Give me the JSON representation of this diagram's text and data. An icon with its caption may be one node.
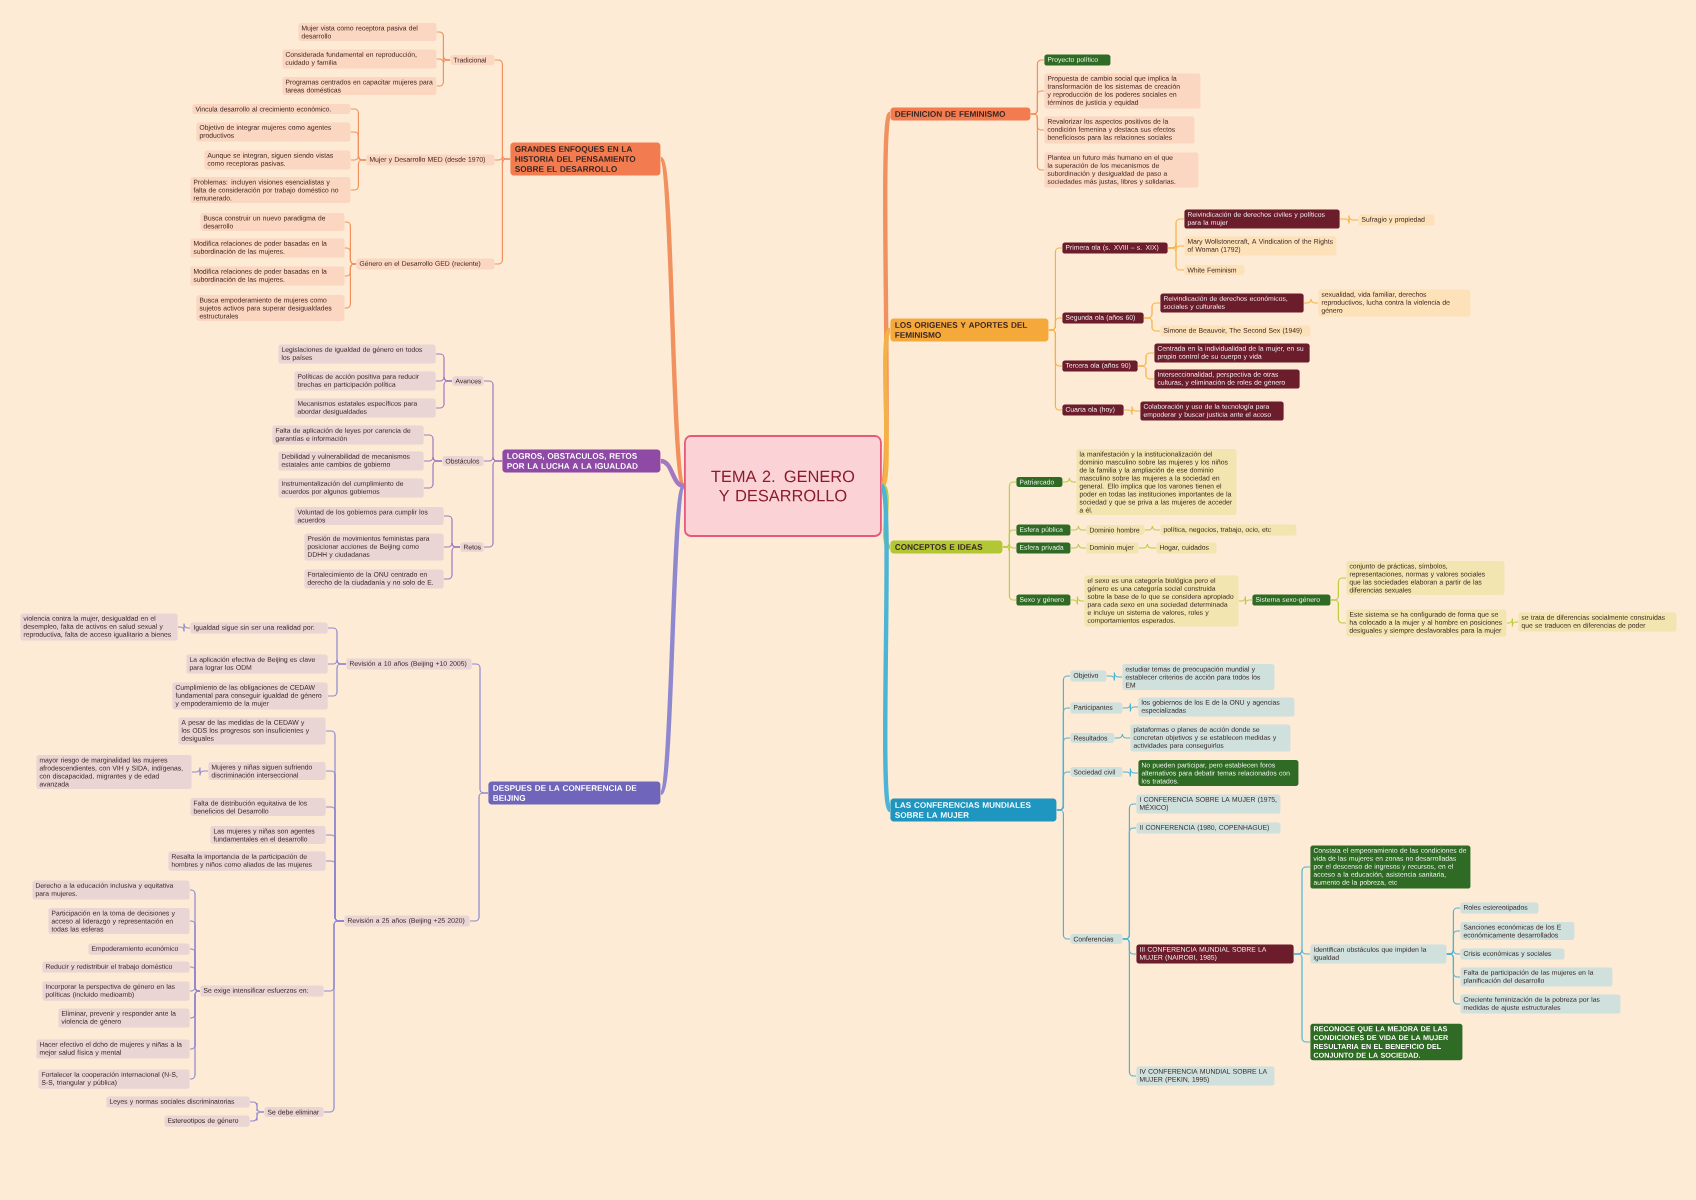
{
  "diagram": {
    "nodes": [
      {
        "text": [
          "TEMA 2. GENERO Y DESARROLLO"
        ]
      },
      {
        "text": [
          "DEFINICION DE FEMINISMO"
        ]
      },
      {
        "text": [
          "Proyecto político"
        ]
      },
      {
        "text": [
          "Propuesta de cambio social que implica la transformación de los sistemas de creación y reproducción de los poderes sociales en términos de justicia y equidad"
        ]
      },
      {
        "text": [
          "Revalorizar los aspectos positivos de la condición femenina y destaca sus efectos beneficiosos para las relaciones sociales"
        ]
      },
      {
        "text": [
          "Plantea un futuro más humano en el que la superación de los mecanismos de subordinación y desigualdad de paso a sociedades más justas, libres y solidarias."
        ]
      },
      {
        "text": [
          "LOS ORIGENES Y APORTES DEL FEMINISMO"
        ]
      },
      {
        "text": [
          "Primera ola (s. XVIII – s. XIX)"
        ]
      },
      {
        "text": [
          "Reivindicación de derechos civiles y políticos para la mujer"
        ]
      },
      {
        "text": [
          "Sufragio y propiedad"
        ]
      },
      {
        "text": [
          "Mary Wollstonecraft, A Vindication of the Rights of Woman (1792)"
        ]
      },
      {
        "text": [
          "White Feminism"
        ]
      },
      {
        "text": [
          "Segunda ola (años 60)"
        ]
      },
      {
        "text": [
          "Reivindicación de derechos económicos, sociales y culturales"
        ]
      },
      {
        "text": [
          "sexualidad, vida familiar, derechos reproductivos, lucha contra la violencia de género"
        ]
      },
      {
        "text": [
          "Simone de Beauvoir, The Second Sex (1949)"
        ]
      },
      {
        "text": [
          "Tercera ola (años 90)"
        ]
      },
      {
        "text": [
          "Centrada en la individualidad de la mujer, en su propio control de su cuerpo y vida"
        ]
      },
      {
        "text": [
          "Interseccionalidad, perspectiva de otras culturas, y eliminación de roles de género"
        ]
      },
      {
        "text": [
          "Cuarta ola (hoy)"
        ]
      },
      {
        "text": [
          "Colaboración y uso de la tecnología para empoderar y buscar justicia ante el acoso"
        ]
      },
      {
        "text": [
          "CONCEPTOS E IDEAS"
        ]
      },
      {
        "text": [
          "Patriarcado"
        ]
      },
      {
        "text": [
          "la manifestación y la institucionalización del dominio masculino sobre las mujeres y los niños de la familia y la ampliación de ese dominio masculino sobre las mujeres a la sociedad en general. Ello implica que los varones tienen el poder en todas las instituciones importantes de la sociedad y que se priva a las mujeres de acceder a él."
        ]
      },
      {
        "text": [
          "Esfera pública"
        ]
      },
      {
        "text": [
          "Dominio hombre"
        ]
      },
      {
        "text": [
          "política, negocios, trabajo, ocio, etc"
        ]
      },
      {
        "text": [
          "Esfera privada"
        ]
      },
      {
        "text": [
          "Dominio mujer"
        ]
      },
      {
        "text": [
          "Hogar, cuidados"
        ]
      },
      {
        "text": [
          "Sexo y género"
        ]
      },
      {
        "text": [
          "el sexo es una categoría biológica pero el género es una categoría social construida sobre la base de lo que se considera apropiado para cada sexo en una sociedad determinada e incluye un sistema de valores, roles y comportamientos esperados."
        ]
      },
      {
        "text": [
          "Sistema sexo-género"
        ]
      },
      {
        "text": [
          "conjunto de prácticas, símbolos, representaciones, normas y valores sociales que las sociedades elaboran a partir de las diferencias sexuales"
        ]
      },
      {
        "text": [
          "Este sistema se ha configurado de forma que se ha colocado a la mujer y al hombre en posiciones desiguales y siempre desfavorables para la mujer"
        ]
      },
      {
        "text": [
          "se trata de diferencias socialmente construidas que se traducen en diferencias de poder"
        ]
      },
      {
        "text": [
          "LAS CONFERENCIAS MUNDIALES SOBRE LA MUJER"
        ]
      },
      {
        "text": [
          "Objetivo"
        ]
      },
      {
        "text": [
          "estudiar temas de preocupación mundial y establecer criterios de acción para todos los EM"
        ]
      },
      {
        "text": [
          "Participantes"
        ]
      },
      {
        "text": [
          "los gobiernos de los E de la ONU y agencias especializadas"
        ]
      },
      {
        "text": [
          "Resultados"
        ]
      },
      {
        "text": [
          "plataformas o planes de acción donde se concretan objetivos y se establecen medidas y actividades para conseguirlos"
        ]
      },
      {
        "text": [
          "Sociedad civil"
        ]
      },
      {
        "text": [
          "No pueden participar, pero establecen foros alternativos para debatir temas relacionados con los tratados."
        ]
      },
      {
        "text": [
          "Conferencias"
        ]
      },
      {
        "text": [
          "I CONFERENCIA SOBRE LA MUJER (1975, MÉXICO)"
        ]
      },
      {
        "text": [
          "II CONFERENCIA (1980, COPENHAGUE)"
        ]
      },
      {
        "text": [
          "III CONFERENCIA MUNDIAL SOBRE LA MUJER (NAIROBI, 1985)"
        ]
      },
      {
        "text": [
          "Constata el empeoramiento de las condiciones de vida de las mujeres en zonas no desarrolladas por el descenso de ingresos y recursos, en el acceso a la educación, asistencia sanitaria, aumento de la pobreza, etc"
        ]
      },
      {
        "text": [
          "Identifican obstáculos que impiden la igualdad"
        ]
      },
      {
        "text": [
          "Roles estereotipados"
        ]
      },
      {
        "text": [
          "Sanciones económicas de los E económicamente desarrollados"
        ]
      },
      {
        "text": [
          "Crisis económicas y sociales"
        ]
      },
      {
        "text": [
          "Falta de participación de las mujeres en la planificación del desarrollo"
        ]
      },
      {
        "text": [
          "Creciente feminización de la pobreza por las medidas de ajuste estructurales"
        ]
      },
      {
        "text": [
          "RECONOCE QUE LA MEJORA DE LAS CONDICIONES DE VIDA DE LA MUJER RESULTARIA EN EL BENEFICIO DEL CONJUNTO DE LA SOCIEDAD."
        ]
      },
      {
        "text": [
          "IV CONFERENCIA MUNDIAL SOBRE LA MUJER (PEKIN, 1995)"
        ]
      },
      {
        "text": [
          "GRANDES ENFOQUES EN LA HISTORIA DEL PENSAMIENTO SOBRE EL DESARROLLO"
        ]
      },
      {
        "text": [
          "Tradicional"
        ]
      },
      {
        "text": [
          "Mujer vista como receptora pasiva del desarrollo"
        ]
      },
      {
        "text": [
          "Considerada fundamental en reproducción, cuidado y familia"
        ]
      },
      {
        "text": [
          "Programas centrados en capacitar mujeres para tareas domésticas"
        ]
      },
      {
        "text": [
          "Mujer y Desarrollo MED (desde 1970)"
        ]
      },
      {
        "text": [
          "Vincula desarrollo al crecimiento económico."
        ]
      },
      {
        "text": [
          "Objetivo de integrar mujeres como agentes productivos"
        ]
      },
      {
        "text": [
          "Aunque se integran, siguen siendo vistas como receptoras pasivas."
        ]
      },
      {
        "text": [
          "Problemas: incluyen visiones esencialistas y falta de consideración por trabajo doméstico no remunerado."
        ]
      },
      {
        "text": [
          "Género en el Desarrollo GED (reciente)"
        ]
      },
      {
        "text": [
          "Busca construir un nuevo paradigma de desarrollo"
        ]
      },
      {
        "text": [
          "Modifica relaciones de poder basadas en la subordinación de las mujeres."
        ]
      },
      {
        "text": [
          "Modifica relaciones de poder basadas en la subordinación de las mujeres."
        ]
      },
      {
        "text": [
          "Busca empoderamiento de mujeres como sujetos activos para superar desigualdades estructurales"
        ]
      },
      {
        "text": [
          "LOGROS, OBSTACULOS, RETOS POR LA LUCHA A LA IGUALDAD"
        ]
      },
      {
        "text": [
          "Avances"
        ]
      },
      {
        "text": [
          "Legislaciones de igualdad de género en todos los países"
        ]
      },
      {
        "text": [
          "Políticas de acción positiva para reducir brechas en participación política"
        ]
      },
      {
        "text": [
          "Mecanismos estatales específicos para abordar desigualdades"
        ]
      },
      {
        "text": [
          "Obstáculos"
        ]
      },
      {
        "text": [
          "Falta de aplicación de leyes por carencia de garantías e información"
        ]
      },
      {
        "text": [
          "Debilidad y vulnerabilidad de mecanismos estatales ante cambios de gobierno"
        ]
      },
      {
        "text": [
          "Instrumentalización del cumplimiento de acuerdos por algunos gobiernos"
        ]
      },
      {
        "text": [
          "Retos"
        ]
      },
      {
        "text": [
          "Voluntad de los gobiernos para cumplir los acuerdos"
        ]
      },
      {
        "text": [
          "Presión de movimientos feministas para posicionar acciones de Beijing como DDHH y ciudadanas"
        ]
      },
      {
        "text": [
          "Fortalecimiento de la ONU centrado en derecho de la ciudadanía y no solo de E."
        ]
      },
      {
        "text": [
          "DESPUES DE LA CONFERENCIA DE BEIJING"
        ]
      },
      {
        "text": [
          "Revisión a 10 años (Beijing +10 2005)"
        ]
      },
      {
        "text": [
          "Igualdad sigue sin ser una realidad por:"
        ]
      },
      {
        "text": [
          "violencia contra la mujer, desigualdad en el desempleo, falta de activos en salud sexual y reproductiva, falta de acceso igualitario a bienes"
        ]
      },
      {
        "text": [
          "La aplicación efectiva de Beijing es clave para lograr los ODM"
        ]
      },
      {
        "text": [
          "Cumplimiento de las obligaciones de CEDAW fundamental para conseguir igualdad de género y empoderamiento de la mujer"
        ]
      },
      {
        "text": [
          "Revisión a 25 años (Beijing +25 2020)"
        ]
      },
      {
        "text": [
          "A pesar de las medidas de la CEDAW y los ODS los progresos son insuficientes y desiguales"
        ]
      },
      {
        "text": [
          "Mujeres y niñas siguen sufriendo discriminación interseccional"
        ]
      },
      {
        "text": [
          "mayor riesgo de marginalidad las mujeres afrodescendientes, con VIH y SIDA, indígenas, con discapacidad, migrantes y de edad avanzada"
        ]
      },
      {
        "text": [
          "Falta de distribución equitativa de los beneficios del Desarrollo"
        ]
      },
      {
        "text": [
          "Las mujeres y niñas son agentes fundamentales en el desarrollo"
        ]
      },
      {
        "text": [
          "Resalta la importancia de la participación de hombres y niños como aliados de las mujeres"
        ]
      },
      {
        "text": [
          "Se exige intensificar esfuerzos en:"
        ]
      },
      {
        "text": [
          "Derecho a la educación inclusiva y equitativa para mujeres."
        ]
      },
      {
        "text": [
          "Participación en la toma de decisiones y acceso al liderazgo y representación en todas las esferas"
        ]
      },
      {
        "text": [
          "Empoderamiento económico"
        ]
      },
      {
        "text": [
          "Reducir y redistribuir el trabajo doméstico"
        ]
      },
      {
        "text": [
          "Incorporar la perspectiva de género en las políticas (incluido medioamb)"
        ]
      },
      {
        "text": [
          "Eliminar, prevenir y responder ante la violencia de género"
        ]
      },
      {
        "text": [
          "Hacer efectivo el dcho de mujeres y niñas a la mejor salud física y mental"
        ]
      },
      {
        "text": [
          "Fortalecer la cooperación internacional (N-S, S-S, triangular y pública)"
        ]
      },
      {
        "text": [
          "Se debe eliminar"
        ]
      },
      {
        "text": [
          "Leyes y normas sociales discriminatorias"
        ]
      },
      {
        "text": [
          "Estereotipos de género"
        ]
      }
    ],
    "edges": [
      {
        "from": 0,
        "to": 1,
        "arrow": "none",
        "style": "thick",
        "color": "#f0915f"
      },
      {
        "from": 0,
        "to": 6,
        "arrow": "none",
        "style": "thick",
        "color": "#f5b244"
      },
      {
        "from": 0,
        "to": 21,
        "arrow": "none",
        "style": "thick",
        "color": "#bccb3f"
      },
      {
        "from": 0,
        "to": 36,
        "arrow": "none",
        "style": "thick",
        "color": "#4cb4d4"
      },
      {
        "from": 0,
        "to": 58,
        "arrow": "none",
        "style": "thick",
        "color": "#f0915f"
      },
      {
        "from": 0,
        "to": 73,
        "arrow": "none",
        "style": "thick",
        "color": "#a278bf"
      },
      {
        "from": 0,
        "to": 86,
        "arrow": "none",
        "style": "thick",
        "color": "#8f88cf"
      },
      {
        "from": 1,
        "to": 2,
        "arrow": "none",
        "color": "#f0915f"
      },
      {
        "from": 1,
        "to": 3,
        "arrow": "none",
        "color": "#f0915f"
      },
      {
        "from": 1,
        "to": 4,
        "arrow": "none",
        "color": "#f0915f"
      },
      {
        "from": 1,
        "to": 5,
        "arrow": "none",
        "color": "#f0915f"
      },
      {
        "from": 6,
        "to": 7,
        "arrow": "none",
        "color": "#f5b244"
      },
      {
        "from": 6,
        "to": 12,
        "arrow": "none",
        "color": "#f5b244"
      },
      {
        "from": 6,
        "to": 16,
        "arrow": "none",
        "color": "#f5b244"
      },
      {
        "from": 6,
        "to": 19,
        "arrow": "none",
        "color": "#f5b244"
      },
      {
        "from": 7,
        "to": 8,
        "arrow": "none",
        "color": "#f5b244"
      },
      {
        "from": 7,
        "to": 10,
        "arrow": "none",
        "color": "#f5b244"
      },
      {
        "from": 7,
        "to": 11,
        "arrow": "none",
        "color": "#f5b244"
      },
      {
        "from": 8,
        "to": 9,
        "arrow": "none",
        "color": "#f5b244"
      },
      {
        "from": 12,
        "to": 13,
        "arrow": "none",
        "color": "#f5b244"
      },
      {
        "from": 12,
        "to": 15,
        "arrow": "none",
        "color": "#f5b244"
      },
      {
        "from": 13,
        "to": 14,
        "arrow": "none",
        "color": "#f5b244"
      },
      {
        "from": 16,
        "to": 17,
        "arrow": "none",
        "color": "#f5b244"
      },
      {
        "from": 16,
        "to": 18,
        "arrow": "none",
        "color": "#f5b244"
      },
      {
        "from": 19,
        "to": 20,
        "arrow": "none",
        "color": "#f5b244"
      },
      {
        "from": 21,
        "to": 22,
        "arrow": "none",
        "color": "#bccb3f"
      },
      {
        "from": 21,
        "to": 24,
        "arrow": "none",
        "color": "#bccb3f"
      },
      {
        "from": 21,
        "to": 27,
        "arrow": "none",
        "color": "#bccb3f"
      },
      {
        "from": 21,
        "to": 30,
        "arrow": "none",
        "color": "#bccb3f"
      },
      {
        "from": 22,
        "to": 23,
        "arrow": "none",
        "color": "#bccb3f"
      },
      {
        "from": 24,
        "to": 25,
        "arrow": "none",
        "color": "#bccb3f"
      },
      {
        "from": 25,
        "to": 26,
        "arrow": "none",
        "color": "#bccb3f"
      },
      {
        "from": 27,
        "to": 28,
        "arrow": "none",
        "color": "#bccb3f"
      },
      {
        "from": 28,
        "to": 29,
        "arrow": "none",
        "color": "#bccb3f"
      },
      {
        "from": 30,
        "to": 31,
        "arrow": "none",
        "color": "#bccb3f"
      },
      {
        "from": 31,
        "to": 32,
        "arrow": "none",
        "color": "#bccb3f"
      },
      {
        "from": 32,
        "to": 33,
        "arrow": "none",
        "color": "#bccb3f"
      },
      {
        "from": 32,
        "to": 34,
        "arrow": "none",
        "color": "#bccb3f"
      },
      {
        "from": 34,
        "to": 35,
        "arrow": "none",
        "color": "#bccb3f"
      },
      {
        "from": 36,
        "to": 37,
        "arrow": "none",
        "color": "#4cb4d4"
      },
      {
        "from": 36,
        "to": 39,
        "arrow": "none",
        "color": "#4cb4d4"
      },
      {
        "from": 36,
        "to": 41,
        "arrow": "none",
        "color": "#4cb4d4"
      },
      {
        "from": 36,
        "to": 43,
        "arrow": "none",
        "color": "#4cb4d4"
      },
      {
        "from": 36,
        "to": 45,
        "arrow": "none",
        "color": "#4cb4d4"
      },
      {
        "from": 37,
        "to": 38,
        "arrow": "none",
        "color": "#4cb4d4"
      },
      {
        "from": 39,
        "to": 40,
        "arrow": "none",
        "color": "#4cb4d4"
      },
      {
        "from": 41,
        "to": 42,
        "arrow": "none",
        "color": "#4cb4d4"
      },
      {
        "from": 43,
        "to": 44,
        "arrow": "none",
        "color": "#4cb4d4"
      },
      {
        "from": 45,
        "to": 46,
        "arrow": "none",
        "color": "#4cb4d4"
      },
      {
        "from": 45,
        "to": 47,
        "arrow": "none",
        "color": "#4cb4d4"
      },
      {
        "from": 45,
        "to": 48,
        "arrow": "none",
        "color": "#4cb4d4"
      },
      {
        "from": 45,
        "to": 57,
        "arrow": "none",
        "color": "#4cb4d4"
      },
      {
        "from": 48,
        "to": 49,
        "arrow": "none",
        "color": "#4cb4d4"
      },
      {
        "from": 48,
        "to": 50,
        "arrow": "none",
        "color": "#4cb4d4"
      },
      {
        "from": 48,
        "to": 56,
        "arrow": "none",
        "color": "#4cb4d4"
      },
      {
        "from": 50,
        "to": 51,
        "arrow": "none",
        "color": "#4cb4d4"
      },
      {
        "from": 50,
        "to": 52,
        "arrow": "none",
        "color": "#4cb4d4"
      },
      {
        "from": 50,
        "to": 53,
        "arrow": "none",
        "color": "#4cb4d4"
      },
      {
        "from": 50,
        "to": 54,
        "arrow": "none",
        "color": "#4cb4d4"
      },
      {
        "from": 50,
        "to": 55,
        "arrow": "none",
        "color": "#4cb4d4"
      },
      {
        "from": 58,
        "to": 59,
        "arrow": "none",
        "color": "#f0915f"
      },
      {
        "from": 58,
        "to": 63,
        "arrow": "none",
        "color": "#f0915f"
      },
      {
        "from": 58,
        "to": 68,
        "arrow": "none",
        "color": "#f0915f"
      },
      {
        "from": 59,
        "to": 60,
        "arrow": "none",
        "color": "#f0915f"
      },
      {
        "from": 59,
        "to": 61,
        "arrow": "none",
        "color": "#f0915f"
      },
      {
        "from": 59,
        "to": 62,
        "arrow": "none",
        "color": "#f0915f"
      },
      {
        "from": 63,
        "to": 64,
        "arrow": "none",
        "color": "#f0915f"
      },
      {
        "from": 63,
        "to": 65,
        "arrow": "none",
        "color": "#f0915f"
      },
      {
        "from": 63,
        "to": 66,
        "arrow": "none",
        "color": "#f0915f"
      },
      {
        "from": 63,
        "to": 67,
        "arrow": "none",
        "color": "#f0915f"
      },
      {
        "from": 68,
        "to": 69,
        "arrow": "none",
        "color": "#f0915f"
      },
      {
        "from": 68,
        "to": 70,
        "arrow": "none",
        "color": "#f0915f"
      },
      {
        "from": 68,
        "to": 71,
        "arrow": "none",
        "color": "#f0915f"
      },
      {
        "from": 68,
        "to": 72,
        "arrow": "none",
        "color": "#f0915f"
      },
      {
        "from": 73,
        "to": 74,
        "arrow": "none",
        "color": "#a278bf"
      },
      {
        "from": 73,
        "to": 78,
        "arrow": "none",
        "color": "#a278bf"
      },
      {
        "from": 73,
        "to": 82,
        "arrow": "none",
        "color": "#a278bf"
      },
      {
        "from": 74,
        "to": 75,
        "arrow": "none",
        "color": "#a278bf"
      },
      {
        "from": 74,
        "to": 76,
        "arrow": "none",
        "color": "#a278bf"
      },
      {
        "from": 74,
        "to": 77,
        "arrow": "none",
        "color": "#a278bf"
      },
      {
        "from": 78,
        "to": 79,
        "arrow": "none",
        "color": "#a278bf"
      },
      {
        "from": 78,
        "to": 80,
        "arrow": "none",
        "color": "#a278bf"
      },
      {
        "from": 78,
        "to": 81,
        "arrow": "none",
        "color": "#a278bf"
      },
      {
        "from": 82,
        "to": 83,
        "arrow": "none",
        "color": "#a278bf"
      },
      {
        "from": 82,
        "to": 84,
        "arrow": "none",
        "color": "#a278bf"
      },
      {
        "from": 82,
        "to": 85,
        "arrow": "none",
        "color": "#a278bf"
      },
      {
        "from": 86,
        "to": 87,
        "arrow": "none",
        "color": "#8f88cf"
      },
      {
        "from": 86,
        "to": 92,
        "arrow": "none",
        "color": "#8f88cf"
      },
      {
        "from": 87,
        "to": 88,
        "arrow": "none",
        "color": "#8f88cf"
      },
      {
        "from": 87,
        "to": 90,
        "arrow": "none",
        "color": "#8f88cf"
      },
      {
        "from": 87,
        "to": 91,
        "arrow": "none",
        "color": "#8f88cf"
      },
      {
        "from": 88,
        "to": 89,
        "arrow": "none",
        "color": "#8f88cf"
      },
      {
        "from": 92,
        "to": 93,
        "arrow": "none",
        "color": "#8f88cf"
      },
      {
        "from": 92,
        "to": 94,
        "arrow": "none",
        "color": "#8f88cf"
      },
      {
        "from": 92,
        "to": 96,
        "arrow": "none",
        "color": "#8f88cf"
      },
      {
        "from": 92,
        "to": 97,
        "arrow": "none",
        "color": "#8f88cf"
      },
      {
        "from": 92,
        "to": 98,
        "arrow": "none",
        "color": "#8f88cf"
      },
      {
        "from": 92,
        "to": 99,
        "arrow": "none",
        "color": "#8f88cf"
      },
      {
        "from": 92,
        "to": 108,
        "arrow": "none",
        "color": "#8f88cf"
      },
      {
        "from": 94,
        "to": 95,
        "arrow": "none",
        "color": "#8f88cf"
      },
      {
        "from": 99,
        "to": 100,
        "arrow": "none",
        "color": "#8f88cf"
      },
      {
        "from": 99,
        "to": 101,
        "arrow": "none",
        "color": "#8f88cf"
      },
      {
        "from": 99,
        "to": 102,
        "arrow": "none",
        "color": "#8f88cf"
      },
      {
        "from": 99,
        "to": 103,
        "arrow": "none",
        "color": "#8f88cf"
      },
      {
        "from": 99,
        "to": 104,
        "arrow": "none",
        "color": "#8f88cf"
      },
      {
        "from": 99,
        "to": 105,
        "arrow": "none",
        "color": "#8f88cf"
      },
      {
        "from": 99,
        "to": 106,
        "arrow": "none",
        "color": "#8f88cf"
      },
      {
        "from": 99,
        "to": 107,
        "arrow": "none",
        "color": "#8f88cf"
      },
      {
        "from": 108,
        "to": 109,
        "arrow": "none",
        "color": "#8f88cf"
      },
      {
        "from": 108,
        "to": 110,
        "arrow": "none",
        "color": "#8f88cf"
      }
    ]
  }
}
